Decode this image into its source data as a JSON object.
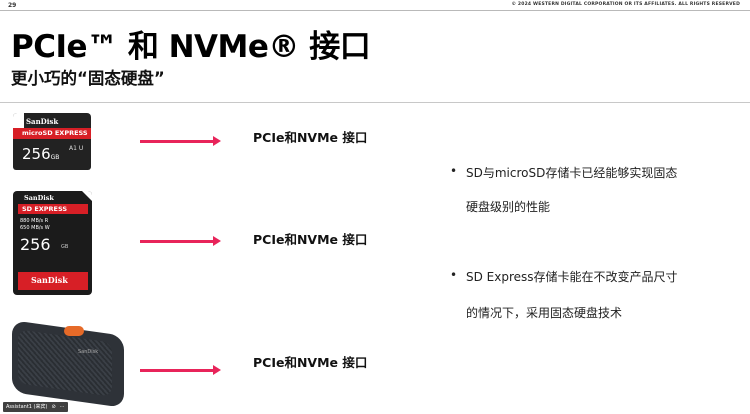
{
  "header": {
    "page_number": "29",
    "copyright": "© 2024 WESTERN DIGITAL CORPORATION OR ITS AFFILIATES. ALL RIGHTS RESERVED"
  },
  "slide": {
    "title": "PCIe™ 和 NVMe® 接口",
    "subtitle": "更小巧的“固态硬盘”"
  },
  "products": {
    "microsd": {
      "brand": "SanDisk",
      "type": "microSD EXPRESS",
      "capacity": "256",
      "unit": "GB",
      "logos": "A1 U"
    },
    "sd": {
      "brand": "SanDisk",
      "type": "SD EXPRESS",
      "spec1": "880 MB/s R",
      "spec2": "650 MB/s W",
      "capacity": "256",
      "unit": "GB",
      "footer": "SanDisk"
    },
    "ssd": {
      "brand": "SanDisk"
    }
  },
  "rows": [
    {
      "label": "PCIe和NVMe 接口"
    },
    {
      "label": "PCIe和NVMe 接口"
    },
    {
      "label": "PCIe和NVMe 接口"
    }
  ],
  "bullets": [
    {
      "line1": "SD与microSD存储卡已经能够实现固态",
      "line2": "硬盘级别的性能"
    },
    {
      "line1": "SD Express存储卡能在不改变产品尺寸",
      "line2": "的情况下，采用固态硬盘技术"
    }
  ],
  "bullet_symbol": "•",
  "video_toolbar": {
    "name": "Assistant1 (来宾)"
  },
  "colors": {
    "arrow": "#e8245a",
    "card_red": "#d71f26",
    "ssd_orange": "#e66a28"
  }
}
